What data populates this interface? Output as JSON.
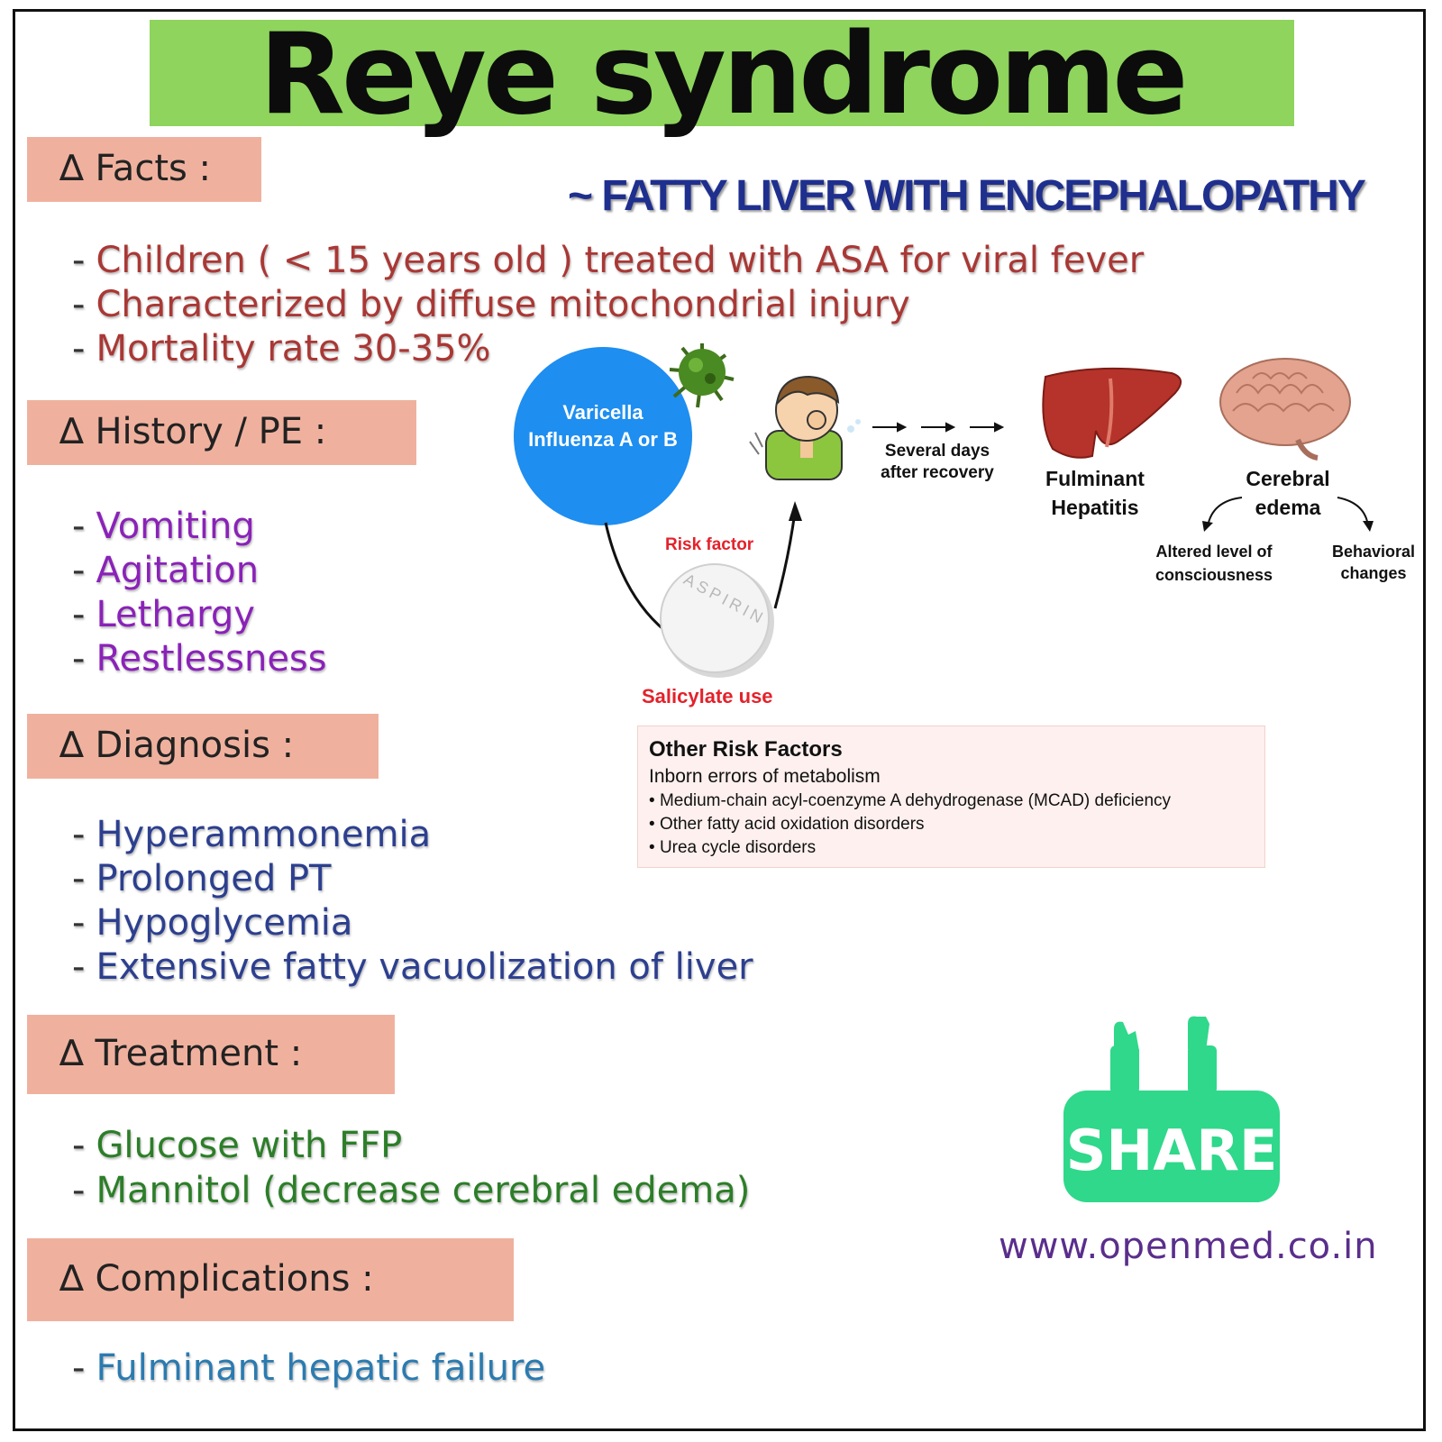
{
  "title": "Reye syndrome",
  "subtitle": "~ FATTY LIVER WITH ENCEPHALOPATHY",
  "sections": {
    "facts": {
      "heading": "∆ Facts :",
      "items": [
        "Children ( < 15 years old ) treated with ASA for viral fever",
        "Characterized by diffuse mitochondrial injury",
        "Mortality rate 30-35%"
      ]
    },
    "history": {
      "heading": "∆ History / PE :",
      "items": [
        "Vomiting",
        "Agitation",
        "Lethargy",
        "Restlessness"
      ]
    },
    "diagnosis": {
      "heading": "∆ Diagnosis :",
      "items": [
        "Hyperammonemia",
        "Prolonged PT",
        "Hypoglycemia",
        "Extensive fatty vacuolization of liver"
      ]
    },
    "treatment": {
      "heading": "∆ Treatment :",
      "items": [
        "Glucose with FFP",
        "Mannitol (decrease cerebral edema)"
      ]
    },
    "complications": {
      "heading": "∆ Complications :",
      "items": [
        "Fulminant hepatic failure"
      ]
    }
  },
  "diagram": {
    "virus_line1": "Varicella",
    "virus_line2": "Influenza A or B",
    "risk_factor": "Risk factor",
    "aspirin_text": "ASPIRIN",
    "salicylate": "Salicylate use",
    "several_days": "Several days",
    "after_recovery": "after recovery",
    "fulminant_1": "Fulminant",
    "fulminant_2": "Hepatitis",
    "cerebral_1": "Cerebral",
    "cerebral_2": "edema",
    "altered_1": "Altered level of",
    "altered_2": "consciousness",
    "behavioral_1": "Behavioral",
    "behavioral_2": "changes"
  },
  "other_risk": {
    "heading": "Other Risk Factors",
    "subheading": "Inborn errors of metabolism",
    "items": [
      "Medium-chain acyl-coenzyme A dehydrogenase (MCAD) deficiency",
      "Other fatty acid oxidation disorders",
      "Urea cycle disorders"
    ]
  },
  "share_label": "SHARE",
  "website": "www.openmed.co.in",
  "colors": {
    "title_bar": "#8ed45d",
    "section_bg": "#efb19e",
    "facts": "#a93835",
    "history": "#8a22b8",
    "diagnosis": "#2c3f8f",
    "treatment": "#2c7e28",
    "complications": "#2b7bb0",
    "share": "#2fd88a",
    "virus_circle": "#1e8ef0"
  }
}
